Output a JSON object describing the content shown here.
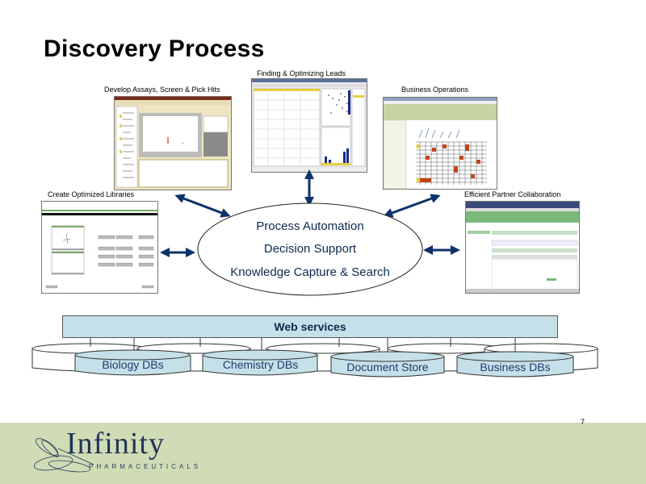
{
  "slide": {
    "title": "Discovery Process",
    "page_number": "7"
  },
  "screenshots": [
    {
      "caption": "Develop Assays, Screen & Pick Hits",
      "icon": "assay-screening-app-screenshot"
    },
    {
      "caption": "Finding & Optimizing Leads",
      "icon": "lead-optimization-app-screenshot"
    },
    {
      "caption": "Business Operations",
      "icon": "business-operations-app-screenshot"
    },
    {
      "caption": "Create Optimized Libraries",
      "icon": "library-design-app-screenshot"
    },
    {
      "caption": "Efficient Partner Collaboration",
      "icon": "partner-collaboration-app-screenshot"
    }
  ],
  "center": {
    "items": [
      "Process Automation",
      "Decision Support",
      "Knowledge Capture & Search"
    ]
  },
  "web_services": {
    "label": "Web services"
  },
  "databases": [
    "Biology DBs",
    "Chemistry DBs",
    "Document Store",
    "Business DBs"
  ],
  "branding": {
    "logo_word": "Infinity",
    "logo_sub": "PHARMACEUTICALS",
    "footer_color": "#d0dcb6",
    "accent_color": "#0d2a4f",
    "db_fill": "#c5e0e8"
  }
}
